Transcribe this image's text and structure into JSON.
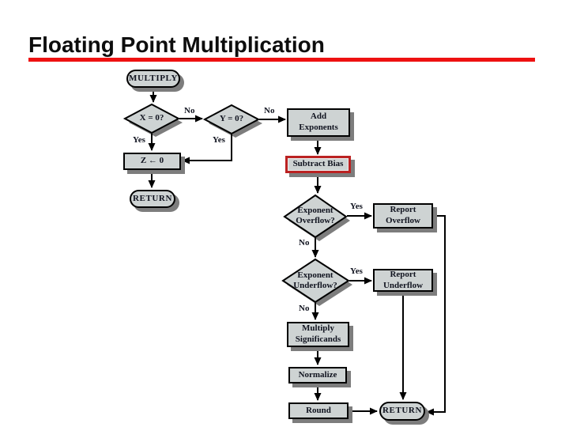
{
  "slide": {
    "title": "Floating Point Multiplication"
  },
  "flowchart": {
    "labels": {
      "yes": "Yes",
      "no": "No"
    },
    "nodes": {
      "multiply": "MULTIPLY",
      "x_zero": "X = 0?",
      "y_zero": "Y = 0?",
      "add_exponents": "Add\nExponents",
      "subtract_bias": "Subtract Bias",
      "z_assign": "Z ← 0",
      "return_left": "RETURN",
      "exponent_overflow": "Exponent\nOverflow?",
      "report_overflow": "Report\nOverflow",
      "exponent_underflow": "Exponent\nUnderflow?",
      "report_underflow": "Report\nUnderflow",
      "multiply_significands": "Multiply\nSignificands",
      "normalize": "Normalize",
      "round": "Round",
      "return_end": "RETURN"
    },
    "colors": {
      "accent_red": "#ee1111",
      "highlight_border": "#bb2222",
      "node_fill": "#ced3d3",
      "node_shadow": "#7d7d7d",
      "node_text": "#10131f"
    }
  }
}
